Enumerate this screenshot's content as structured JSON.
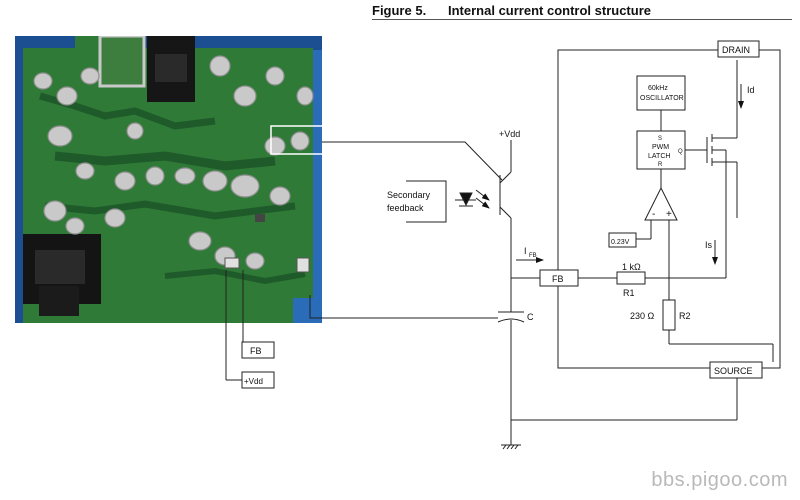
{
  "figure": {
    "number": "Figure 5.",
    "title": "Internal current control structure"
  },
  "labels": {
    "vdd_top": "+Vdd",
    "secondary_feedback_1": "Secondary",
    "secondary_feedback_2": "feedback",
    "ifb_main": "I",
    "ifb_sub": "FB",
    "fb_box": "FB",
    "c": "C",
    "drain": "DRAIN",
    "oscillator_1": "60kHz",
    "oscillator_2": "OSCILLATOR",
    "latch_s": "S",
    "latch_pwm": "PWM",
    "latch_latch": "LATCH",
    "latch_r": "R",
    "latch_q": "Q",
    "id": "Id",
    "is": "Is",
    "vref": "0.23V",
    "plus": "+",
    "minus": "-",
    "r1_value": "1 kΩ",
    "r1_name": "R1",
    "r2_value": "230 Ω",
    "r2_name": "R2",
    "source": "SOURCE",
    "photo_fb": "FB",
    "photo_vdd": "+Vdd"
  },
  "watermark": "bbs.pigoo.com",
  "colors": {
    "pcb_green": "#2f7a36",
    "pcb_dark": "#1f5a2a",
    "solder": "#c9c9c9",
    "board_blue": "#2e6fbf",
    "line": "#222222"
  }
}
